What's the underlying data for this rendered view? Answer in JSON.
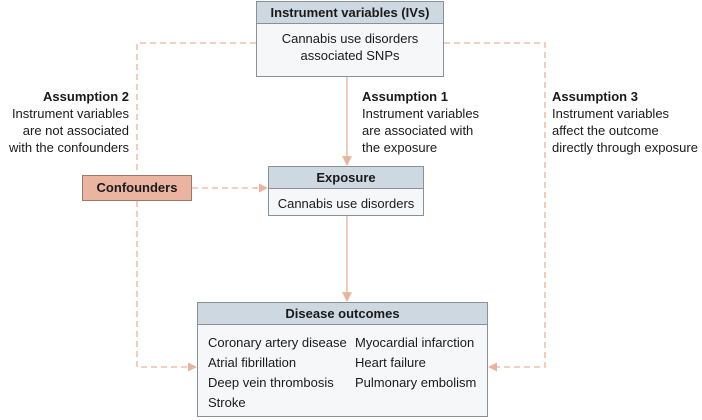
{
  "instrument": {
    "title": "Instrument variables (IVs)",
    "lines": [
      "Cannabis use disorders",
      "associated SNPs"
    ]
  },
  "exposure": {
    "title": "Exposure",
    "body": "Cannabis use disorders"
  },
  "confounders": {
    "label": "Confounders"
  },
  "outcomes": {
    "title": "Disease outcomes",
    "items": [
      "Coronary artery disease",
      "Myocardial infarction",
      "Atrial fibrillation",
      "Heart failure",
      "Deep vein thrombosis",
      "Pulmonary embolism",
      "Stroke"
    ]
  },
  "assumptions": [
    {
      "title": "Assumption 1",
      "lines": [
        "Instrument variables",
        "are associated with",
        "the exposure"
      ]
    },
    {
      "title": "Assumption 2",
      "lines": [
        "Instrument variables",
        "are not associated",
        "with the confounders"
      ]
    },
    {
      "title": "Assumption 3",
      "lines": [
        "Instrument variables",
        "affect the outcome",
        "directly through exposure"
      ]
    }
  ],
  "colors": {
    "connector": "#e9b39c",
    "header_fill": "#cdd8e1",
    "box_fill": "#f5f7f9",
    "box_border": "#8a9099",
    "confounder_fill": "#ebb4a0"
  }
}
